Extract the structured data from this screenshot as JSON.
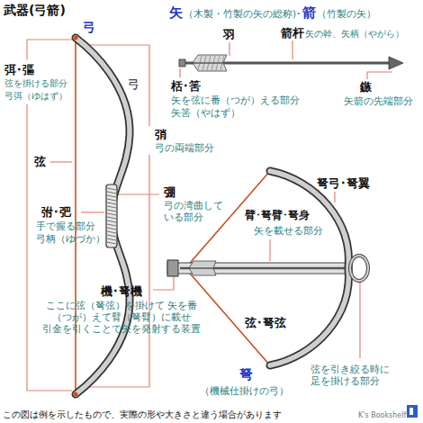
{
  "diagram": {
    "title": "武器(弓箭)",
    "caption": "この図は例を示したもので、実際の形や大きさと違う場合があります",
    "labels": [
      "弓",
      "弓",
      "弭･彄",
      "弦を掛ける部分",
      "弓弭（ゆはず）",
      "弦",
      "弰",
      "弓の両端部分",
      "弣･弝",
      "手で握る部分",
      "弓柄（ゆづか）",
      "弸",
      "弓の湾曲して いる部分",
      "矢",
      "（木製・竹製の矢の総称)･",
      "箭",
      "（竹製の矢）",
      "羽",
      "箭杆",
      "矢の幹、矢柄（やがら）",
      "栝･筈",
      "矢を弦に番（つが）える部分",
      "矢筈（やはず）",
      "鏃",
      "矢箭の先端部分",
      "弩弓･弩翼",
      "臂･弩臂･弩身",
      "矢を載せる部分",
      "機･弩機",
      "ここに弦（弩弦）を掛けて 矢を番（つが）えて臂（弩臂）に載せ 引金を引くことで矢を発射する装置",
      "弦･弩弦",
      "弩",
      "（機械仕掛けの弓）",
      "弦を引き絞る時に 足を掛ける部分",
      "K's Bookshelf"
    ]
  }
}
